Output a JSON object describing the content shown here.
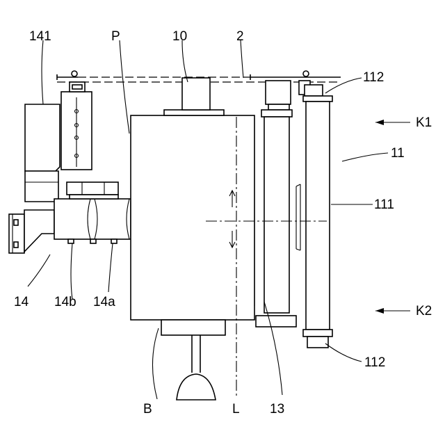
{
  "labels": {
    "l141": "141",
    "lP": "P",
    "l10": "10",
    "l2": "2",
    "l112_top": "112",
    "lK1": "K1",
    "l11": "11",
    "l111": "111",
    "l14": "14",
    "l14b": "14b",
    "l14a": "14a",
    "lK2": "K2",
    "l112_bottom": "112",
    "lB": "B",
    "lL": "L",
    "l13": "13"
  }
}
